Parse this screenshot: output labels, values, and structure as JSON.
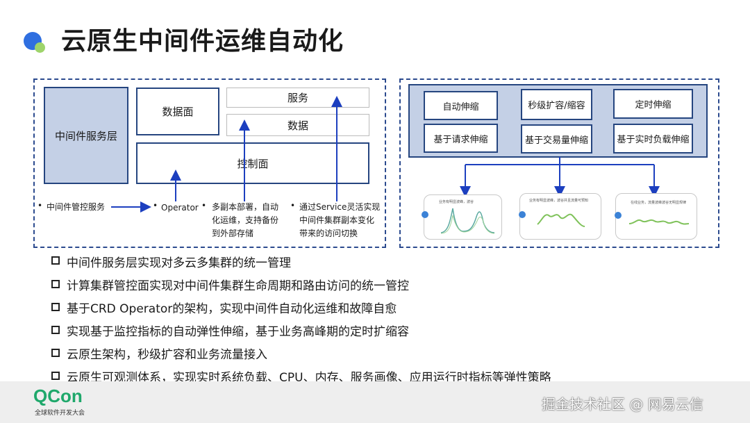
{
  "title": "云原生中间件运维自动化",
  "left_diagram": {
    "middleware_layer": "中间件服务层",
    "data_plane": "数据面",
    "service": "服务",
    "data": "数据",
    "control_plane": "控制面",
    "label_mgmt": "中间件管控服务",
    "label_operator": "Operator",
    "label_replicas": [
      "多副本部署，自动",
      "化运维，支持备份",
      "到外部存储"
    ],
    "label_service": [
      "通过Service灵活实现",
      "中间件集群副本变化",
      "带来的访问切换"
    ]
  },
  "right_diagram": {
    "boxes": [
      "自动伸缩",
      "秒级扩容/缩容",
      "定时伸缩",
      "基于请求伸缩",
      "基于交易量伸缩",
      "基于实时负载伸缩"
    ],
    "panels": [
      "业务有明显波峰，波谷",
      "业务有明显波峰，波谷并且流量可预知",
      "在线业务，流量波峰波谷无明显规律"
    ]
  },
  "bullets": [
    "中间件服务层实现对多云多集群的统一管理",
    "计算集群管控面实现对中间件集群生命周期和路由访问的统一管控",
    "基于CRD Operator的架构，实现中间件自动化运维和故障自愈",
    "实现基于监控指标的自动弹性伸缩，基于业务高峰期的定时扩缩容",
    "云原生架构，秒级扩容和业务流量接入",
    "云原生可观测体系，实现实时系统负载、CPU、内存、服务画像、应用运行时指标等弹性策略"
  ],
  "footer": {
    "logo": "QCon",
    "logo_sub": "全球软件开发大会",
    "watermark": "掘金技术社区 @ 网易云信"
  },
  "colors": {
    "frame": "#2b4a8e",
    "fill": "#c4d0e6",
    "arrow": "#1c3fbf",
    "accent_green": "#1fa86b",
    "curve_green": "#7fc25a"
  }
}
